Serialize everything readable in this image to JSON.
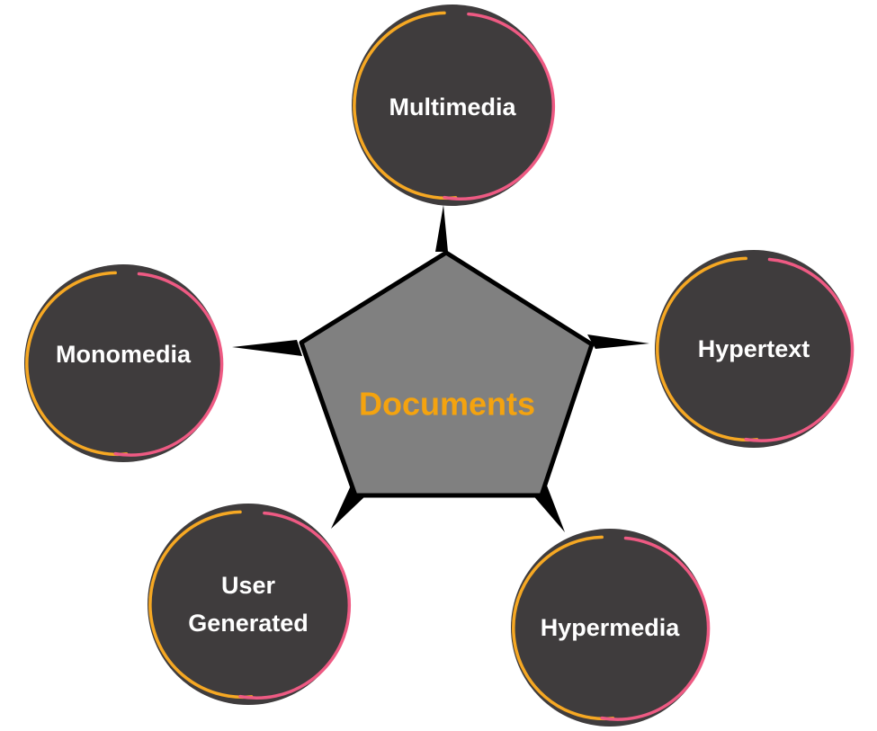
{
  "diagram": {
    "center": {
      "label": "Documents"
    },
    "nodes": [
      {
        "id": "multimedia",
        "lines": [
          "Multimedia"
        ]
      },
      {
        "id": "hypertext",
        "lines": [
          "Hypertext"
        ]
      },
      {
        "id": "hypermedia",
        "lines": [
          "Hypermedia"
        ]
      },
      {
        "id": "user-generated",
        "lines": [
          "User",
          "Generated"
        ]
      },
      {
        "id": "monomedia",
        "lines": [
          "Monomedia"
        ]
      }
    ]
  },
  "colors": {
    "background": "#ffffff",
    "circle_fill": "#3f3c3d",
    "pentagon_fill": "#808080",
    "outline": "#000000",
    "arc_orange": "#f6a823",
    "arc_pink": "#ee5a83",
    "center_text": "#f4a30f",
    "node_text": "#ffffff"
  }
}
